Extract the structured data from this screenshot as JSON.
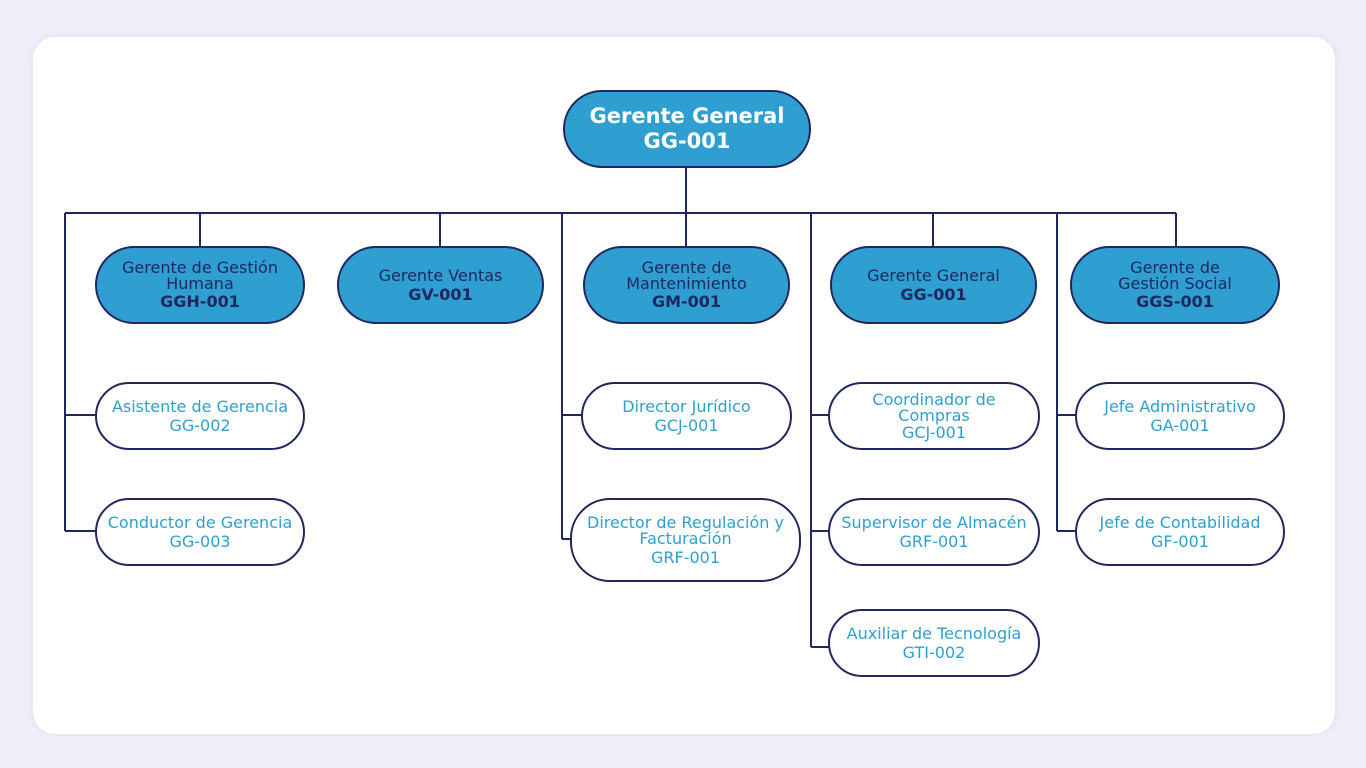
{
  "root": {
    "title": "Gerente General",
    "code": "GG-001"
  },
  "managers": [
    {
      "title": "Gerente de Gestión Humana",
      "code": "GGH-001"
    },
    {
      "title": "Gerente Ventas",
      "code": "GV-001"
    },
    {
      "title": "Gerente de Mantenimiento",
      "code": "GM-001"
    },
    {
      "title": "Gerente General",
      "code": "GG-001"
    },
    {
      "title": "Gerente de Gestión Social",
      "code": "GGS-001"
    }
  ],
  "subordinates": [
    {
      "title": "Asistente de Gerencia",
      "code": "GG-002"
    },
    {
      "title": "Conductor de Gerencia",
      "code": "GG-003"
    },
    {
      "title": "Director Jurídico",
      "code": "GCJ-001"
    },
    {
      "title": "Director de Regulación y Facturación",
      "code": "GRF-001"
    },
    {
      "title": "Coordinador de Compras",
      "code": "GCJ-001"
    },
    {
      "title": "Supervisor de Almacén",
      "code": "GRF-001"
    },
    {
      "title": "Auxiliar de Tecnología",
      "code": "GTI-002"
    },
    {
      "title": "Jefe Administrativo",
      "code": "GA-001"
    },
    {
      "title": "Jefe de Contabilidad",
      "code": "GF-001"
    }
  ],
  "colors": {
    "accent": "#2f9fd2",
    "line": "#1f2760",
    "background": "#edeef8"
  }
}
